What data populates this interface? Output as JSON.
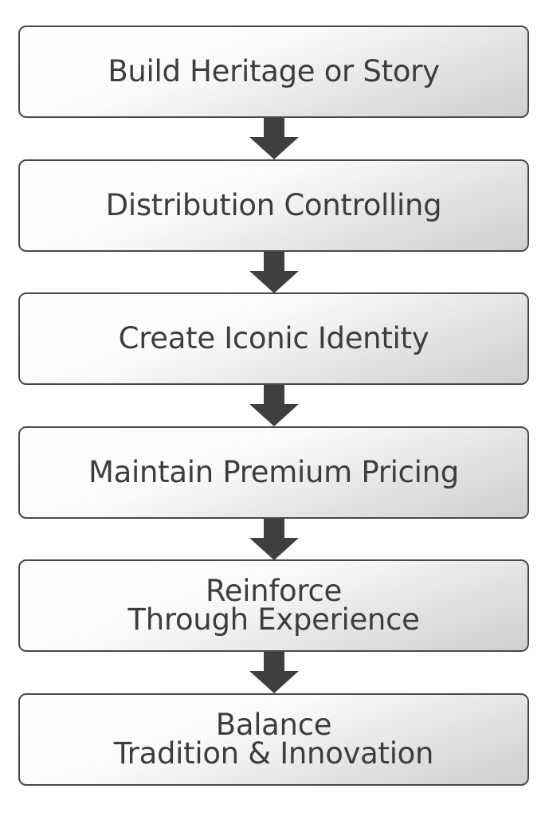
{
  "colors": {
    "box_border": "#4a4a4a",
    "text": "#3d3d3d",
    "arrow": "#3f3f3f"
  },
  "icons": {
    "connector": "down-arrow-icon"
  },
  "steps": [
    {
      "label": "Build Heritage or Story"
    },
    {
      "label": "Distribution Controlling"
    },
    {
      "label": "Create Iconic Identity"
    },
    {
      "label": "Maintain Premium Pricing"
    },
    {
      "label": "Reinforce\nThrough Experience"
    },
    {
      "label": "Balance\nTradition & Innovation"
    }
  ]
}
